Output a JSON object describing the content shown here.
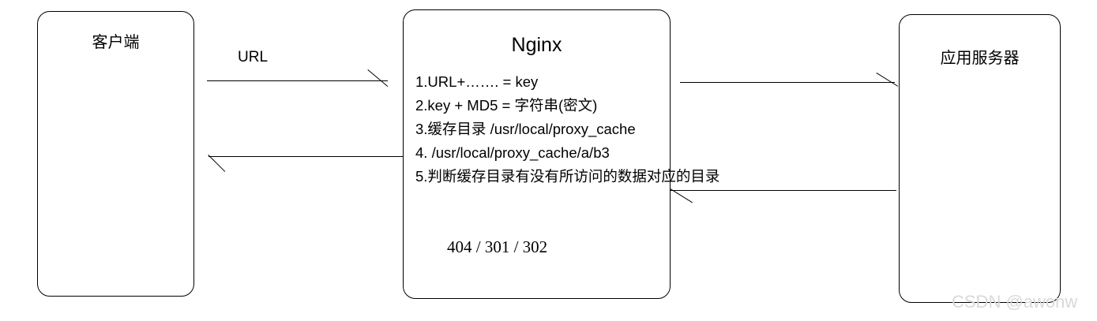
{
  "diagram": {
    "nodes": {
      "client": {
        "title": "客户端"
      },
      "nginx": {
        "title": "Nginx",
        "steps": [
          "1.URL+……. =  key",
          "2.key + MD5 = 字符串(密文)",
          "3.缓存目录 /usr/local/proxy_cache",
          "4. /usr/local/proxy_cache/a/b3",
          "5.判断缓存目录有没有所访问的数据对应的目录"
        ],
        "status_codes": "404 / 301 / 302"
      },
      "appserver": {
        "title": "应用服务器"
      }
    },
    "edges": {
      "client_to_nginx_label": "URL"
    },
    "watermark": "CSDN @awonw",
    "colors": {
      "stroke": "#000000",
      "text": "#000000",
      "background": "#ffffff",
      "watermark": "#d9d9d9"
    }
  }
}
